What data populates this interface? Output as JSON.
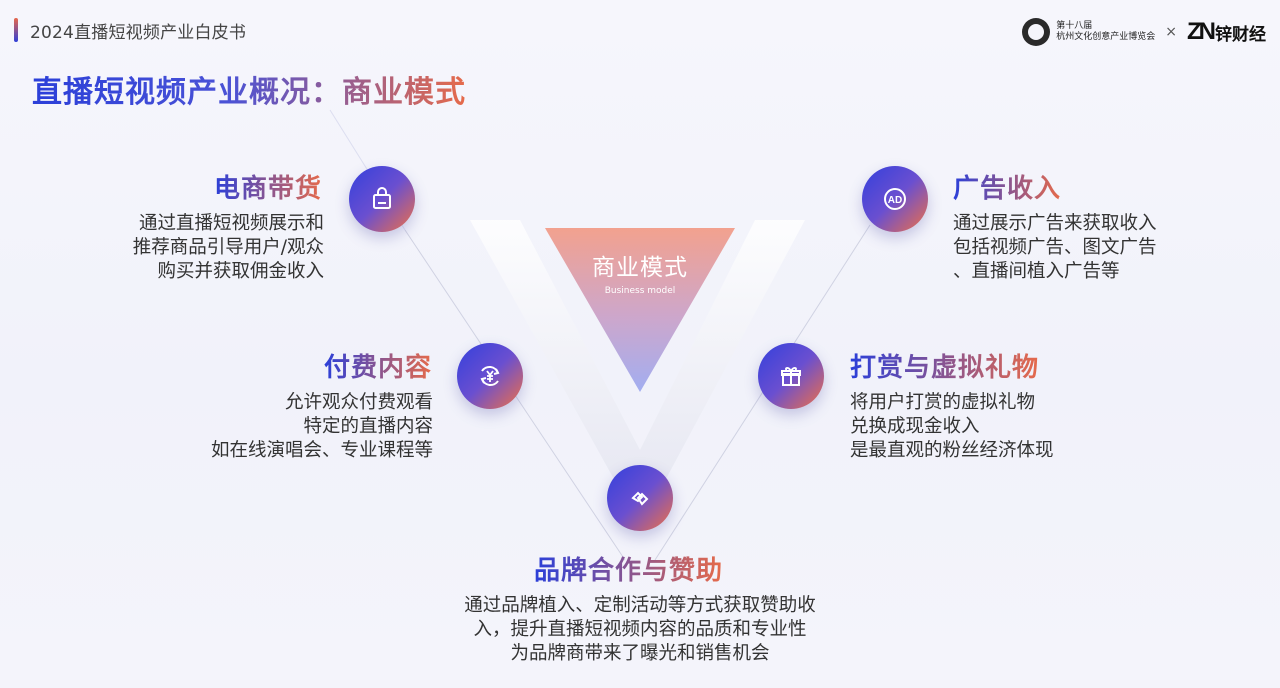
{
  "header": {
    "report_title": "2024直播短视频产业白皮书",
    "expo_line1": "第十八届",
    "expo_line2": "杭州文化创意产业博览会",
    "times_sign": "×",
    "zn_mark": "ZN",
    "zn_text": "锌财经"
  },
  "page_title": "直播短视频产业概况：商业模式",
  "center": {
    "zh": "商业模式",
    "en": "Business model"
  },
  "features": [
    {
      "title": "电商带货",
      "lines": [
        "通过直播短视频展示和",
        "推荐商品引导用户/观众",
        "购买并获取佣金收入"
      ],
      "icon": "shopping-bag-icon"
    },
    {
      "title": "付费内容",
      "lines": [
        "允许观众付费观看",
        "特定的直播内容",
        "如在线演唱会、专业课程等"
      ],
      "icon": "yen-cycle-icon"
    },
    {
      "title": "品牌合作与赞助",
      "lines": [
        "通过品牌植入、定制活动等方式获取赞助收",
        "入，提升直播短视频内容的品质和专业性",
        "为品牌商带来了曝光和销售机会"
      ],
      "icon": "handshake-diamond-icon"
    },
    {
      "title": "广告收入",
      "lines": [
        "通过展示广告来获取收入",
        "包括视频广告、图文广告",
        "、直播间植入广告等"
      ],
      "icon": "ad-badge-icon"
    },
    {
      "title": "打赏与虚拟礼物",
      "lines": [
        "将用户打赏的虚拟礼物",
        "兑换成现金收入",
        "是最直观的粉丝经济体现"
      ],
      "icon": "gift-icon"
    }
  ],
  "ad_icon_text": "AD",
  "colors": {
    "accent_blue": "#2b3fd9",
    "accent_orange": "#e66a4a"
  }
}
